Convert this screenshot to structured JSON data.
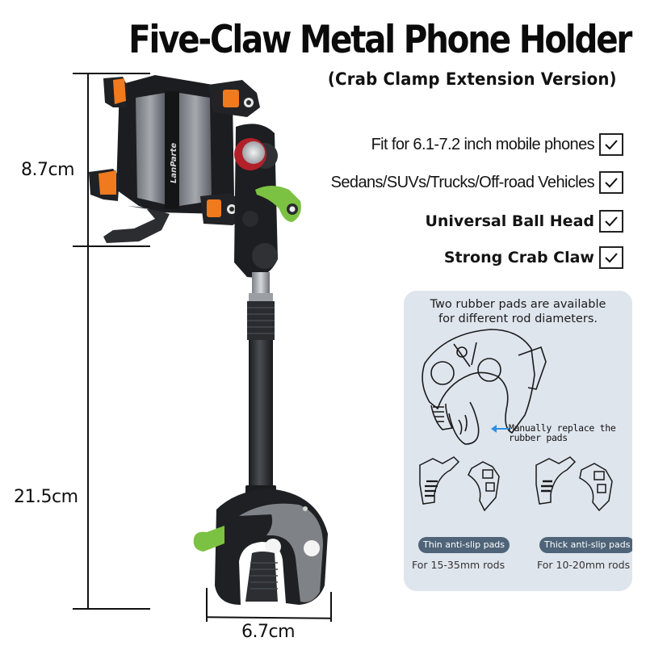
{
  "header": {
    "title": "Five-Claw Metal Phone Holder",
    "subtitle": "(Crab Clamp Extension Version)"
  },
  "features": [
    {
      "label": "Fit for 6.1-7.2 inch mobile phones",
      "checked": true
    },
    {
      "label": "Sedans/SUVs/Trucks/Off-road Vehicles",
      "checked": true
    },
    {
      "label": "Universal Ball Head",
      "checked": true
    },
    {
      "label": "Strong Crab Claw",
      "checked": true
    }
  ],
  "dimensions": {
    "holder_height": "8.7cm",
    "total_height": "21.5cm",
    "clamp_width": "6.7cm"
  },
  "product": {
    "brand_mark": "LanParte",
    "colors": {
      "body": "#2a2c30",
      "claw_pads": "#f07a1e",
      "knob": "#b2202a",
      "levers": "#7cc242"
    }
  },
  "info_panel": {
    "heading_line1": "Two rubber pads are available",
    "heading_line2": "for different rod diameters.",
    "note_line1": "Manually replace the",
    "note_line2": "rubber pads",
    "pads": [
      {
        "badge": "Thin anti-slip pads",
        "caption": "For 15-35mm rods"
      },
      {
        "badge": "Thick anti-slip pads",
        "caption": "For 10-20mm rods"
      }
    ]
  }
}
